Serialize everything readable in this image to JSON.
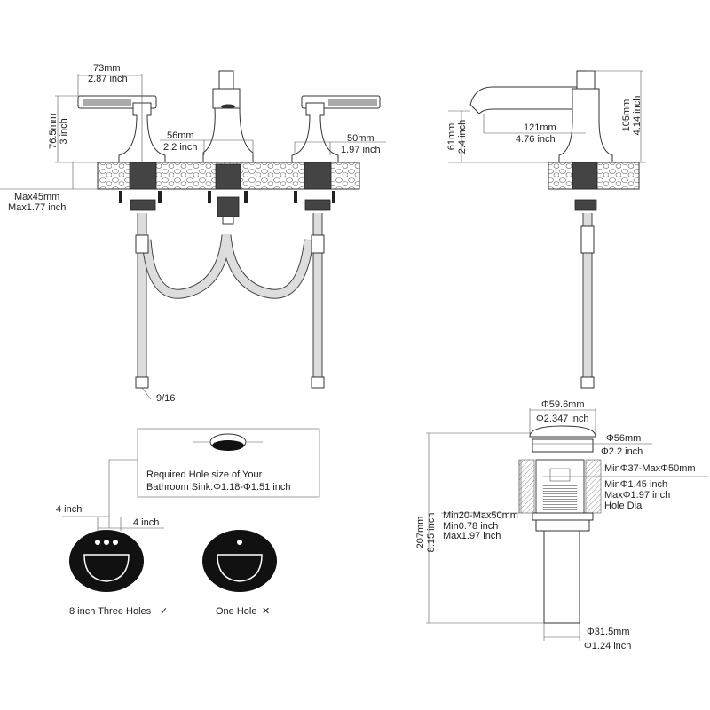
{
  "front_view": {
    "handle_width_mm": "73mm",
    "handle_width_in": "2.87 inch",
    "handle_height_mm": "76.5mm",
    "handle_height_in": "3 inch",
    "spout_base_mm": "56mm",
    "spout_base_in": "2.2 inch",
    "handle_base_mm": "50mm",
    "handle_base_in": "1.97 inch",
    "deck_thickness_mm": "Max45mm",
    "deck_thickness_in": "Max1.77 inch",
    "connector_size": "9/16"
  },
  "side_view": {
    "spout_height_mm": "61mm",
    "spout_height_in": "2.4 inch",
    "spout_reach_mm": "121mm",
    "spout_reach_in": "4.76 inch",
    "total_height_mm": "105mm",
    "total_height_in": "4.14 inch"
  },
  "hole_info": {
    "line1": "Required Hole size of Your",
    "line2": "Bathroom Sink:Φ1.18-Φ1.51 inch",
    "spacing_left": "4 inch",
    "spacing_right": "4 inch",
    "three_holes_label": "8 inch Three Holes",
    "three_holes_mark": "✓",
    "one_hole_label": "One Hole",
    "one_hole_mark": "✕"
  },
  "drain": {
    "cap_dia_mm": "Φ59.6mm",
    "cap_dia_in": "Φ2.347 inch",
    "flange_dia_mm": "Φ56mm",
    "flange_dia_in": "Φ2.2 inch",
    "hole_range_mm": "MinΦ37-MaxΦ50mm",
    "hole_min_in": "MinΦ1.45 inch",
    "hole_max_in": "MaxΦ1.97 inch",
    "hole_label": "Hole Dia",
    "thickness_mm": "Min20-Max50mm",
    "thickness_min_in": "Min0.78 inch",
    "thickness_max_in": "Max1.97 inch",
    "height_mm": "207mm",
    "height_in": "8.15 inch",
    "tail_dia_mm": "Φ31.5mm",
    "tail_dia_in": "Φ1.24 inch"
  }
}
